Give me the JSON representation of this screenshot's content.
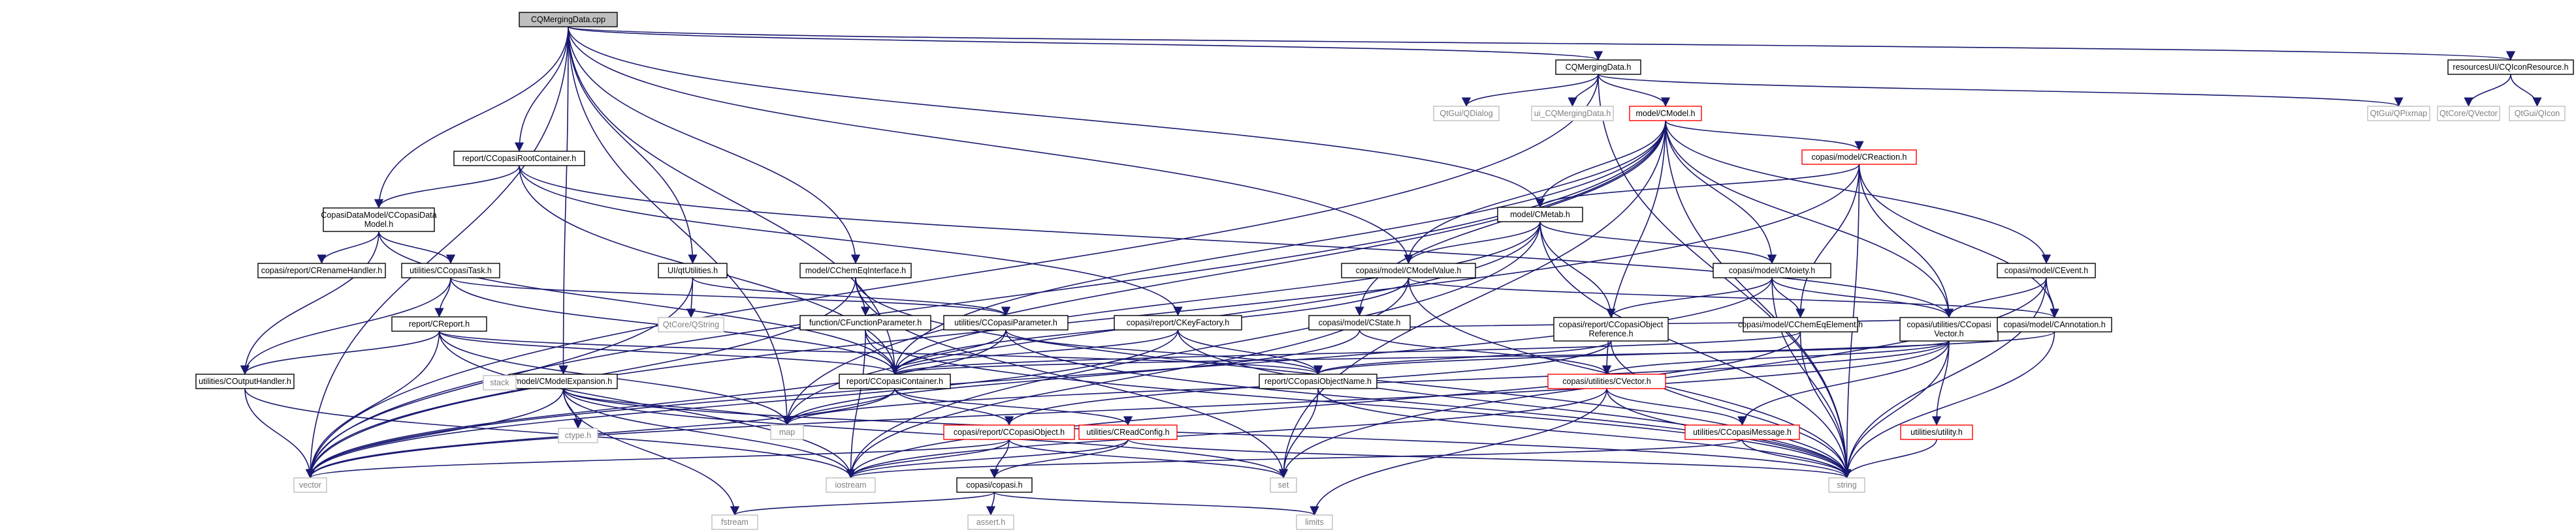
{
  "diagram": {
    "type": "include-dependency-graph",
    "nodes": [
      {
        "id": "root",
        "lines": [
          "CQMergingData.cpp"
        ],
        "style": "root"
      },
      {
        "id": "cqmerging_h",
        "lines": [
          "CQMergingData.h"
        ],
        "style": "normal"
      },
      {
        "id": "resources",
        "lines": [
          "resourcesUI/CQIconResource.h"
        ],
        "style": "normal"
      },
      {
        "id": "qgroup_dialog",
        "lines": [
          "QtGui/QDialog"
        ],
        "style": "gray"
      },
      {
        "id": "ui_cqmerging",
        "lines": [
          "ui_CQMergingData.h"
        ],
        "style": "gray"
      },
      {
        "id": "model_h",
        "lines": [
          "model/CModel.h"
        ],
        "style": "red"
      },
      {
        "id": "qpixmap",
        "lines": [
          "QtGui/QPixmap"
        ],
        "style": "gray"
      },
      {
        "id": "qvector",
        "lines": [
          "QtCore/QVector"
        ],
        "style": "gray"
      },
      {
        "id": "qicon",
        "lines": [
          "QtGui/QIcon"
        ],
        "style": "gray"
      },
      {
        "id": "report_root",
        "lines": [
          "report/CCopasiRootContainer.h"
        ],
        "style": "normal"
      },
      {
        "id": "copasidm",
        "lines": [
          "CopasiDataModel/CCopasiData",
          "Model.h"
        ],
        "style": "normal"
      },
      {
        "id": "creaction",
        "lines": [
          "copasi/model/CReaction.h"
        ],
        "style": "red"
      },
      {
        "id": "cmetab",
        "lines": [
          "model/CMetab.h"
        ],
        "style": "normal"
      },
      {
        "id": "crename",
        "lines": [
          "copasi/report/CRenameHandler.h"
        ],
        "style": "normal"
      },
      {
        "id": "ccopasitask",
        "lines": [
          "utilities/CCopasiTask.h"
        ],
        "style": "normal"
      },
      {
        "id": "qtutil",
        "lines": [
          "UI/qtUtilities.h"
        ],
        "style": "normal"
      },
      {
        "id": "cchemeq_if",
        "lines": [
          "model/CChemEqInterface.h"
        ],
        "style": "normal"
      },
      {
        "id": "cmodelvalue",
        "lines": [
          "copasi/model/CModelValue.h"
        ],
        "style": "normal"
      },
      {
        "id": "cmoiety",
        "lines": [
          "copasi/model/CMoiety.h"
        ],
        "style": "normal"
      },
      {
        "id": "cevent",
        "lines": [
          "copasi/model/CEvent.h"
        ],
        "style": "normal"
      },
      {
        "id": "qstring",
        "lines": [
          "QtCore/QString"
        ],
        "style": "gray"
      },
      {
        "id": "creport",
        "lines": [
          "report/CReport.h"
        ],
        "style": "normal"
      },
      {
        "id": "cfuncparam",
        "lines": [
          "function/CFunctionParameter.h"
        ],
        "style": "normal"
      },
      {
        "id": "ccopasiparam",
        "lines": [
          "utilities/CCopasiParameter.h"
        ],
        "style": "normal"
      },
      {
        "id": "ckeyfactory",
        "lines": [
          "copasi/report/CKeyFactory.h"
        ],
        "style": "normal"
      },
      {
        "id": "cstate",
        "lines": [
          "copasi/model/CState.h"
        ],
        "style": "normal"
      },
      {
        "id": "objref",
        "lines": [
          "copasi/report/CCopasiObject",
          "Reference.h"
        ],
        "style": "normal"
      },
      {
        "id": "cchemeqel",
        "lines": [
          "copasi/model/CChemEqElement.h"
        ],
        "style": "normal"
      },
      {
        "id": "ccopasivec",
        "lines": [
          "copasi/utilities/CCopasi",
          "Vector.h"
        ],
        "style": "normal"
      },
      {
        "id": "cannot",
        "lines": [
          "copasi/model/CAnnotation.h"
        ],
        "style": "normal"
      },
      {
        "id": "coutputh",
        "lines": [
          "utilities/COutputHandler.h"
        ],
        "style": "normal"
      },
      {
        "id": "cmodelexp",
        "lines": [
          "model/CModelExpansion.h"
        ],
        "style": "normal"
      },
      {
        "id": "stack",
        "lines": [
          "stack"
        ],
        "style": "gray"
      },
      {
        "id": "ccopasicont",
        "lines": [
          "report/CCopasiContainer.h"
        ],
        "style": "normal"
      },
      {
        "id": "ccopasiobjname",
        "lines": [
          "report/CCopasiObjectName.h"
        ],
        "style": "normal"
      },
      {
        "id": "cvector",
        "lines": [
          "copasi/utilities/CVector.h"
        ],
        "style": "red"
      },
      {
        "id": "utility",
        "lines": [
          "utilities/utility.h"
        ],
        "style": "red"
      },
      {
        "id": "map",
        "lines": [
          "map"
        ],
        "style": "gray"
      },
      {
        "id": "ctype",
        "lines": [
          "ctype.h"
        ],
        "style": "gray"
      },
      {
        "id": "ccopasiobj",
        "lines": [
          "copasi/report/CCopasiObject.h"
        ],
        "style": "red"
      },
      {
        "id": "creadconfig",
        "lines": [
          "utilities/CReadConfig.h"
        ],
        "style": "red"
      },
      {
        "id": "ccopasimsg",
        "lines": [
          "utilities/CCopasiMessage.h"
        ],
        "style": "red"
      },
      {
        "id": "vector",
        "lines": [
          "vector"
        ],
        "style": "gray"
      },
      {
        "id": "iostream",
        "lines": [
          "iostream"
        ],
        "style": "gray"
      },
      {
        "id": "copasi_h",
        "lines": [
          "copasi/copasi.h"
        ],
        "style": "normal"
      },
      {
        "id": "set",
        "lines": [
          "set"
        ],
        "style": "gray"
      },
      {
        "id": "string",
        "lines": [
          "string"
        ],
        "style": "gray"
      },
      {
        "id": "fstream",
        "lines": [
          "fstream"
        ],
        "style": "gray"
      },
      {
        "id": "assert",
        "lines": [
          "assert.h"
        ],
        "style": "gray"
      },
      {
        "id": "limits",
        "lines": [
          "limits"
        ],
        "style": "gray"
      }
    ]
  }
}
